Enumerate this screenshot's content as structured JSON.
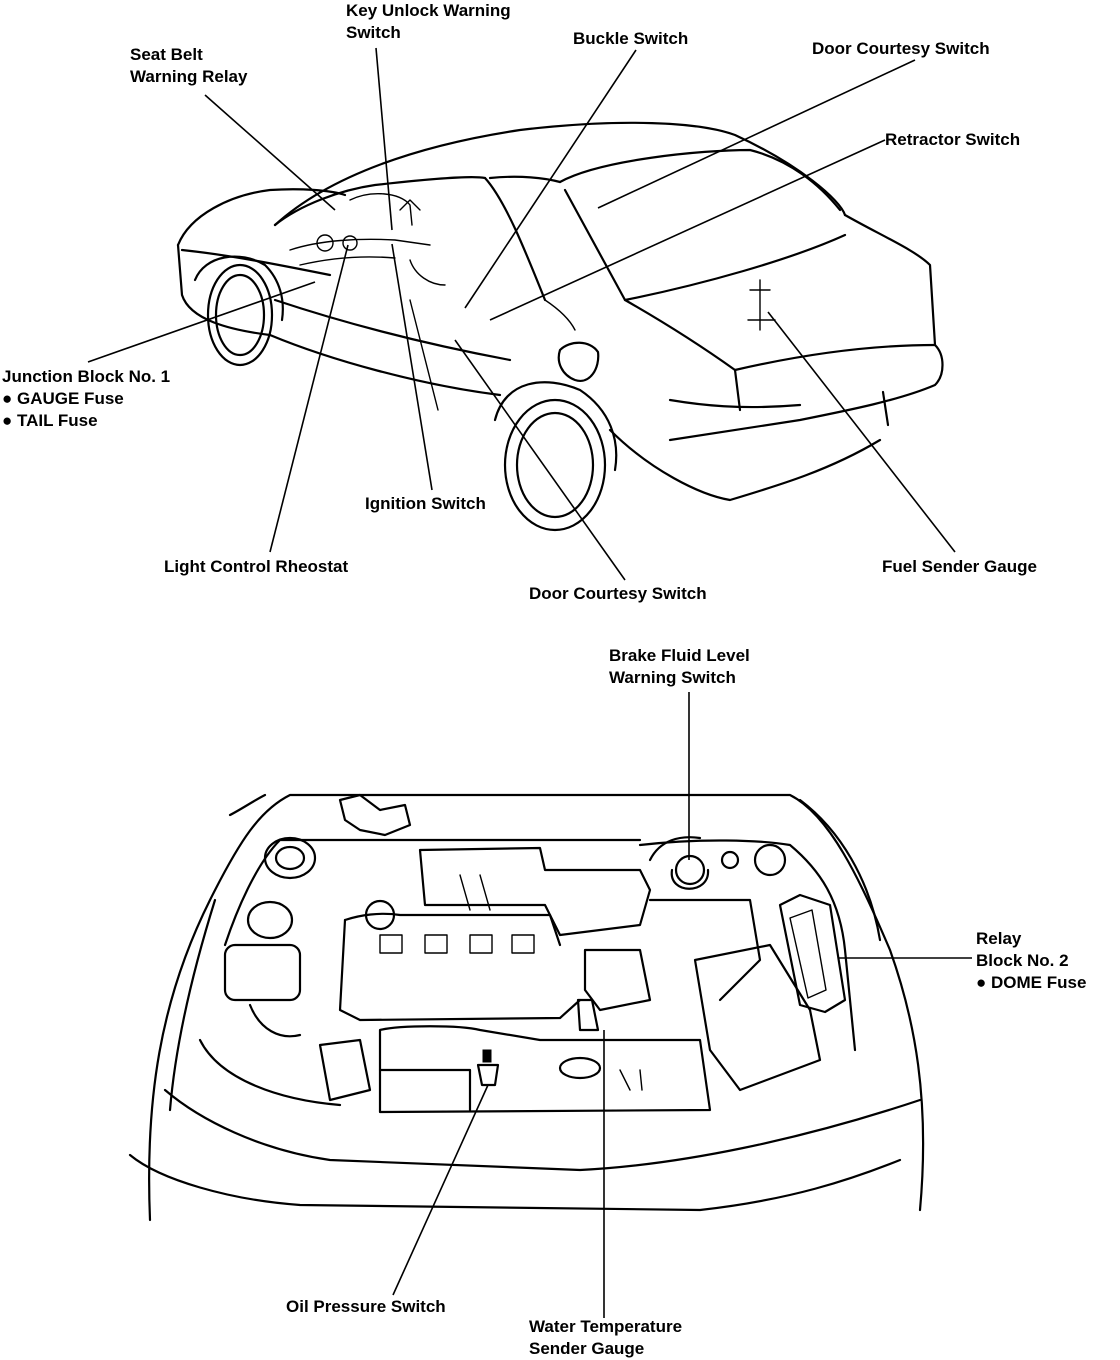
{
  "labels": {
    "key_unlock": [
      "Key Unlock Warning",
      "Switch"
    ],
    "seat_belt": [
      "Seat Belt",
      "Warning Relay"
    ],
    "buckle": "Buckle Switch",
    "door_courtesy_top": "Door Courtesy Switch",
    "retractor": "Retractor Switch",
    "junction_block": [
      "Junction Block No. 1",
      "● GAUGE Fuse",
      "● TAIL Fuse"
    ],
    "ignition": "Ignition Switch",
    "light_control": "Light Control Rheostat",
    "door_courtesy_bottom": "Door Courtesy Switch",
    "fuel_sender": "Fuel Sender Gauge",
    "brake_fluid": [
      "Brake Fluid Level",
      "Warning Switch"
    ],
    "relay_block": [
      "Relay",
      "Block No. 2",
      "● DOME Fuse"
    ],
    "oil_pressure": "Oil Pressure Switch",
    "water_temp": [
      "Water Temperature",
      "Sender Gauge"
    ]
  }
}
